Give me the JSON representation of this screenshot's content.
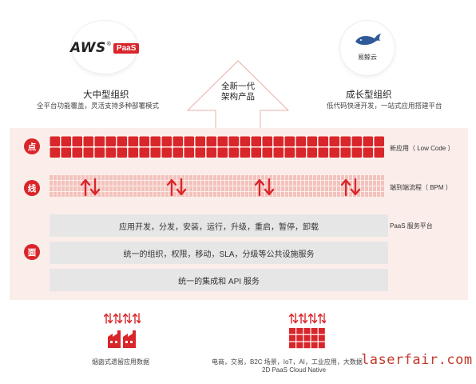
{
  "top": {
    "left_logo": {
      "brand": "AWS",
      "registered": "®",
      "badge": "PaaS"
    },
    "right_logo": {
      "caption": "易鲸云"
    },
    "center_title": [
      "全新一代",
      "架构产品"
    ],
    "left_group": {
      "title": "大中型组织",
      "subtitle": "全平台功能覆盖，灵活支持多种部署模式"
    },
    "right_group": {
      "title": "成长型组织",
      "subtitle": "低代码快速开发，一站式应用搭建平台"
    }
  },
  "rows": {
    "dot": {
      "icon": "点",
      "label": "新应用（ Low Code ）"
    },
    "line": {
      "icon": "线",
      "label": "端到端流程（ BPM ）"
    },
    "plane": {
      "icon": "面",
      "label": "PaaS 服务平台"
    }
  },
  "bars": [
    "应用开发，分发，安装，运行，升级，重启，暂停，卸载",
    "统一的组织，权限，移动，SLA，分级等公共设施服务",
    "统一的集成和 API 服务"
  ],
  "bottom": {
    "left_text": "烟囱式遗留应用数据",
    "right_line1": "电商，交易，B2C 场景，IoT，AI，工业应用，大数据",
    "right_line2": "2D PaaS  Cloud Native"
  },
  "watermark": "laserfair.com",
  "colors": {
    "accent": "#d9262b",
    "pink_bg": "#fbeeea",
    "bar_bg": "#e6e6e6"
  },
  "icons": [
    "swap-arrows-icon",
    "factory-icon",
    "building-blocks-icon",
    "whale-icon",
    "up-down-arrows-icon"
  ]
}
